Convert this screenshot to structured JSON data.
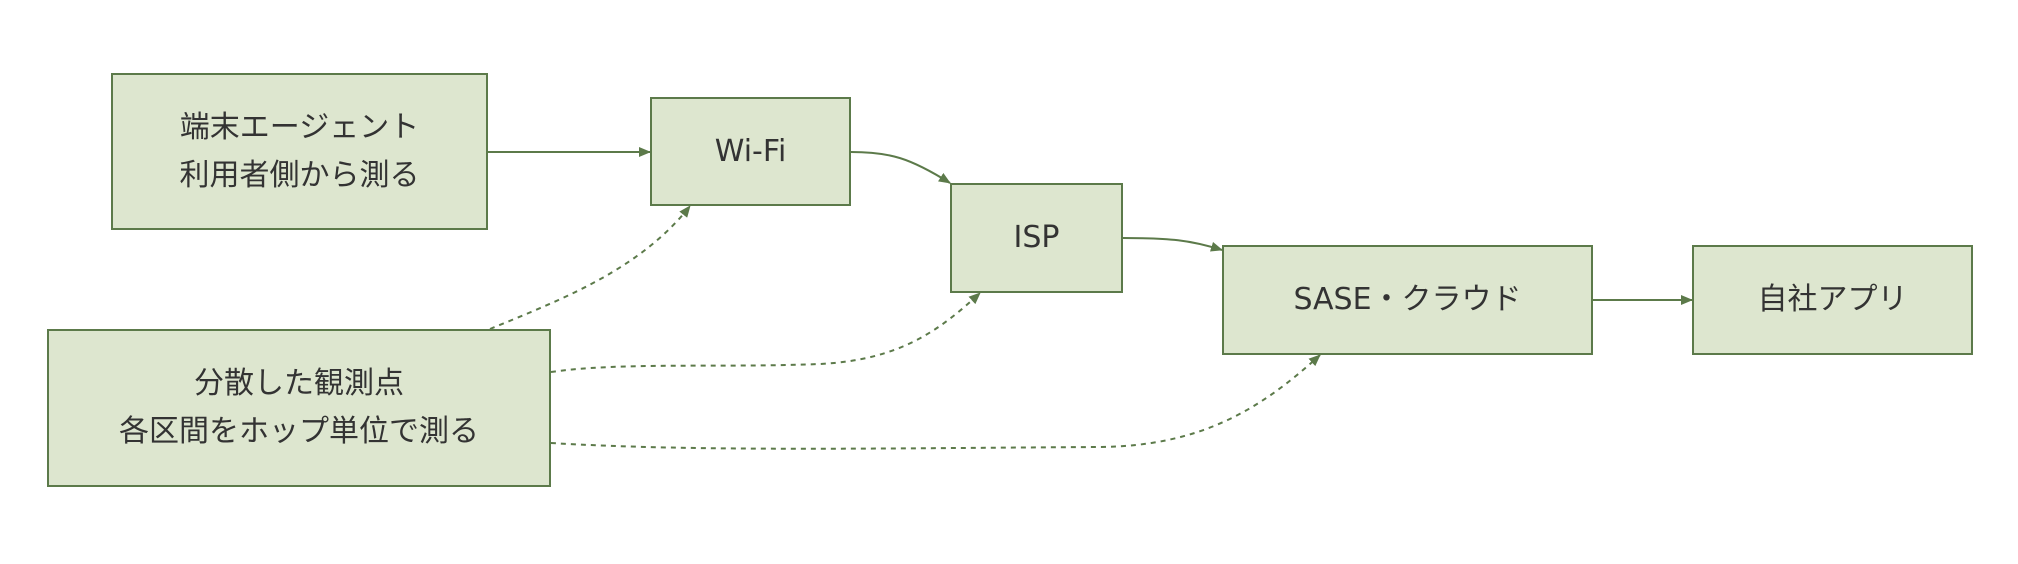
{
  "colors": {
    "box_fill": "#dde6cf",
    "box_stroke": "#5c7a4a",
    "edge": "#5c7a4a",
    "text": "#333333"
  },
  "nodes": {
    "agent": {
      "lines": [
        "端末エージェント",
        "利用者側から測る"
      ]
    },
    "wifi": {
      "lines": [
        "Wi-Fi"
      ]
    },
    "isp": {
      "lines": [
        "ISP"
      ]
    },
    "sase": {
      "lines": [
        "SASE・クラウド"
      ]
    },
    "app": {
      "lines": [
        "自社アプリ"
      ]
    },
    "distributed": {
      "lines": [
        "分散した観測点",
        "各区間をホップ単位で測る"
      ]
    }
  },
  "edges": [
    {
      "from": "agent",
      "to": "wifi",
      "style": "solid"
    },
    {
      "from": "wifi",
      "to": "isp",
      "style": "solid"
    },
    {
      "from": "isp",
      "to": "sase",
      "style": "solid"
    },
    {
      "from": "sase",
      "to": "app",
      "style": "solid"
    },
    {
      "from": "distributed",
      "to": "wifi",
      "style": "dashed"
    },
    {
      "from": "distributed",
      "to": "isp",
      "style": "dashed"
    },
    {
      "from": "distributed",
      "to": "sase",
      "style": "dashed"
    }
  ]
}
